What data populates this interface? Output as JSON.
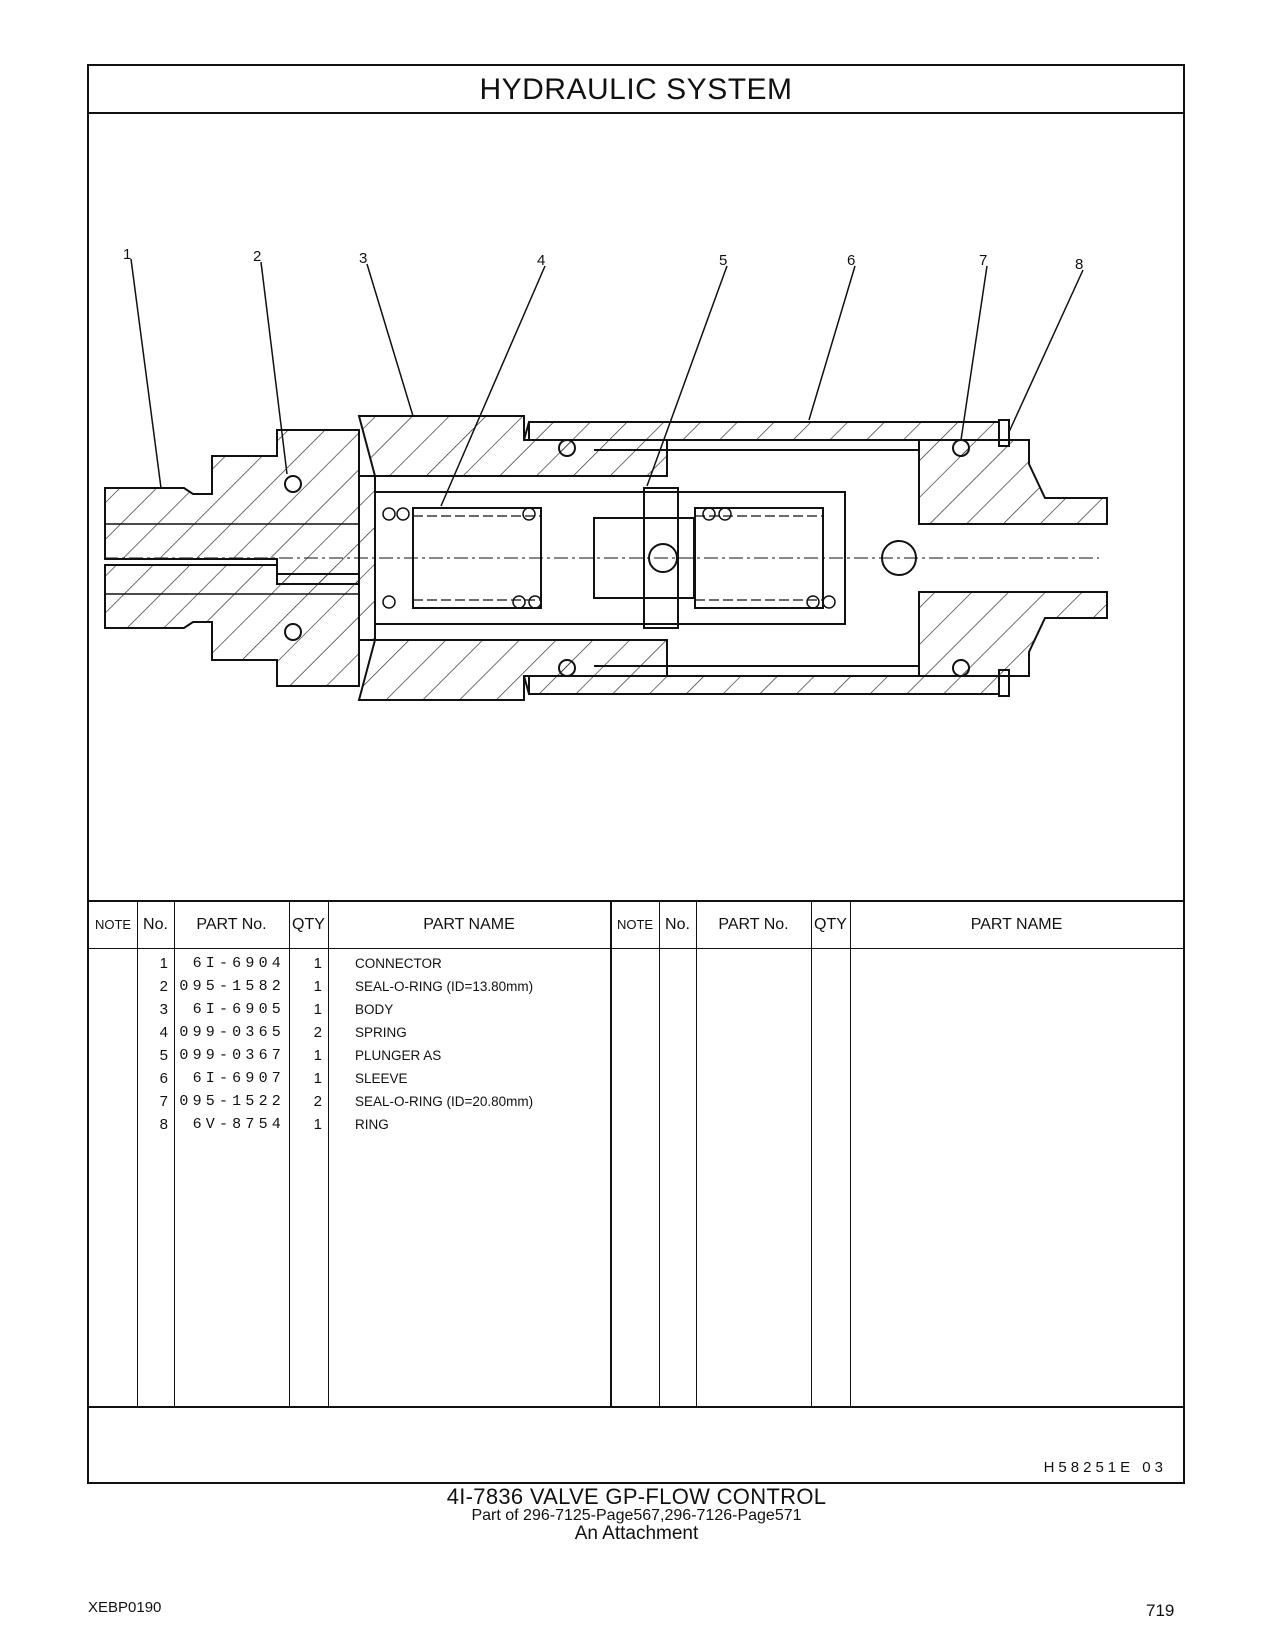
{
  "page_title": "HYDRAULIC   SYSTEM",
  "callouts": [
    "1",
    "2",
    "3",
    "4",
    "5",
    "6",
    "7",
    "8"
  ],
  "table": {
    "headers": {
      "note": "NOTE",
      "no": "No.",
      "part_no": "PART No.",
      "qty": "QTY",
      "part_name": "PART NAME"
    },
    "rows": [
      {
        "no": "1",
        "part_no": "6I-6904",
        "qty": "1",
        "name": "CONNECTOR"
      },
      {
        "no": "2",
        "part_no": "095-1582",
        "qty": "1",
        "name": "SEAL-O-RING (ID=13.80mm)"
      },
      {
        "no": "3",
        "part_no": "6I-6905",
        "qty": "1",
        "name": "BODY"
      },
      {
        "no": "4",
        "part_no": "099-0365",
        "qty": "2",
        "name": "SPRING"
      },
      {
        "no": "5",
        "part_no": "099-0367",
        "qty": "1",
        "name": "PLUNGER  AS"
      },
      {
        "no": "6",
        "part_no": "6I-6907",
        "qty": "1",
        "name": "SLEEVE"
      },
      {
        "no": "7",
        "part_no": "095-1522",
        "qty": "2",
        "name": "SEAL-O-RING (ID=20.80mm)"
      },
      {
        "no": "8",
        "part_no": "6V-8754",
        "qty": "1",
        "name": "RING"
      }
    ]
  },
  "drawing_code": "H58251E   03",
  "assembly": {
    "title": "4I-7836   VALVE  GP-FLOW  CONTROL",
    "part_of": "Part of 296-7125-Page567,296-7126-Page571",
    "attachment": "An Attachment"
  },
  "doc_id": "XEBP0190",
  "page_number": "719"
}
